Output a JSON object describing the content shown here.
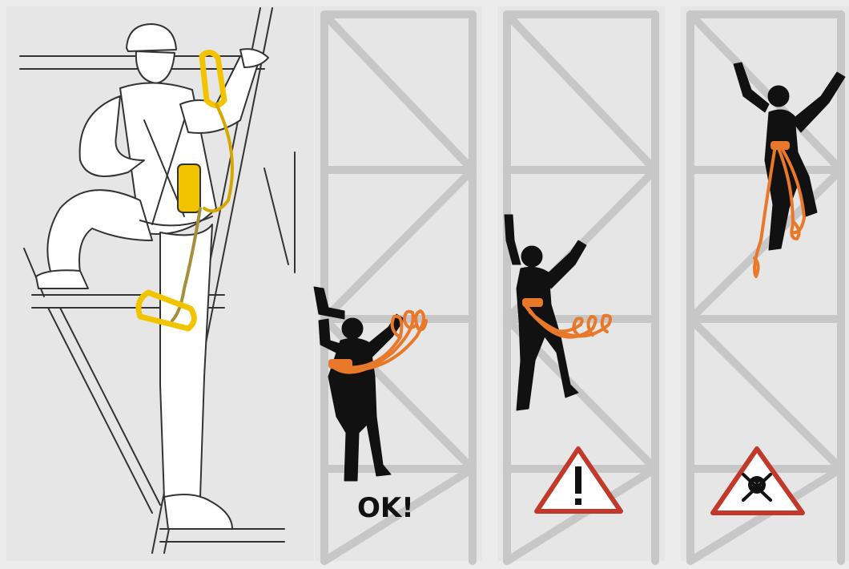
{
  "panels": [
    {
      "id": "worker-illustration"
    },
    {
      "id": "climber-ok",
      "caption": "OK!"
    },
    {
      "id": "climber-warning",
      "sign": "warning-exclamation"
    },
    {
      "id": "climber-danger",
      "sign": "danger-skull"
    }
  ],
  "colors": {
    "background": "#ececec",
    "scaffold": "#c7c7c7",
    "silhouette": "#111111",
    "lanyard_orange": "#e8782a",
    "equipment_yellow": "#f2c400",
    "sign_red": "#c0392b"
  }
}
